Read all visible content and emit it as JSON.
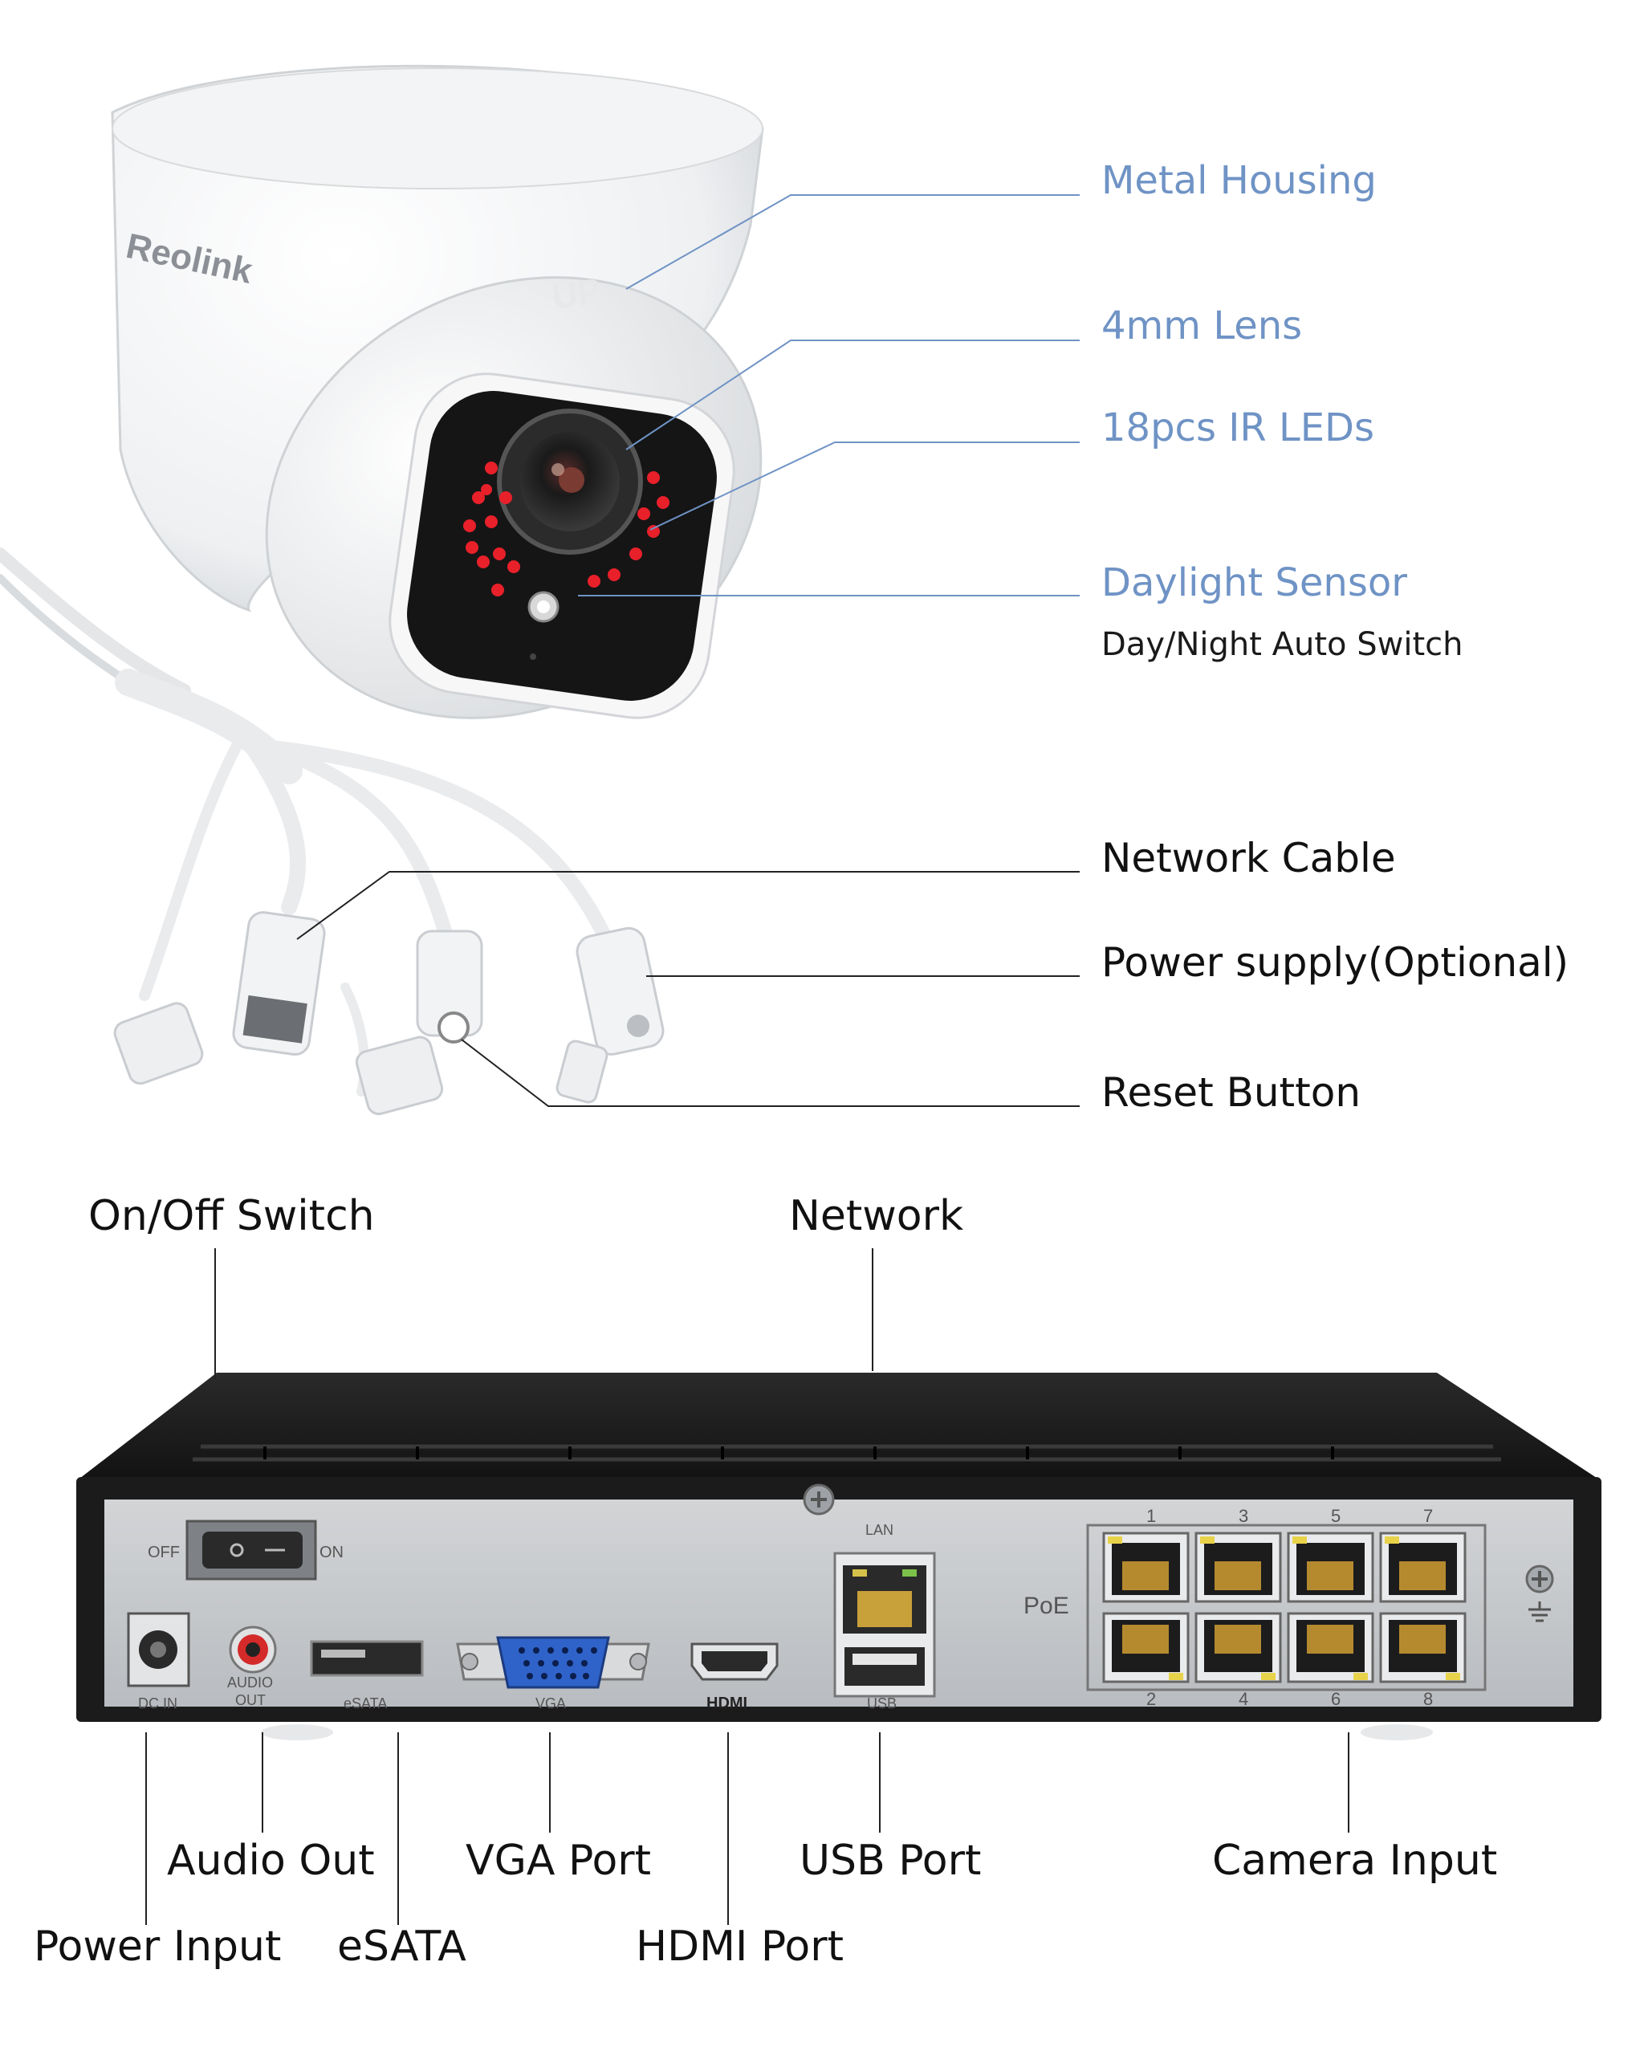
{
  "camera": {
    "brand": "Reolink",
    "up_mark": "UP",
    "callouts": {
      "metal_housing": "Metal Housing",
      "lens": "4mm Lens",
      "ir_leds": "18pcs IR LEDs",
      "daylight_sensor": "Daylight Sensor",
      "daylight_sensor_note": "Day/Night Auto Switch",
      "network_cable": "Network Cable",
      "power_supply": "Power supply(Optional)",
      "reset_button": "Reset Button"
    }
  },
  "nvr": {
    "callouts": {
      "on_off_switch": "On/Off Switch",
      "network": "Network",
      "power_input": "Power Input",
      "audio_out": "Audio Out",
      "esata": "eSATA",
      "vga_port": "VGA Port",
      "hdmi_port": "HDMI Port",
      "usb_port": "USB Port",
      "camera_input": "Camera Input"
    },
    "panel": {
      "off": "OFF",
      "on": "ON",
      "dc_in": "DC IN",
      "audio_out_line1": "AUDIO",
      "audio_out_line2": "OUT",
      "esata": "eSATA",
      "vga": "VGA",
      "hdmi": "HDMI",
      "lan": "LAN",
      "usb": "USB",
      "poe": "PoE",
      "ports_top": [
        "1",
        "3",
        "5",
        "7"
      ],
      "ports_bottom": [
        "2",
        "4",
        "6",
        "8"
      ]
    }
  },
  "colors": {
    "callout_blue": "#6f93c5",
    "led_red": "#e8202a",
    "nvr_body": "#1b1b1b",
    "nvr_panel": "#c9cbce",
    "port_yellow": "#e8d24a"
  }
}
